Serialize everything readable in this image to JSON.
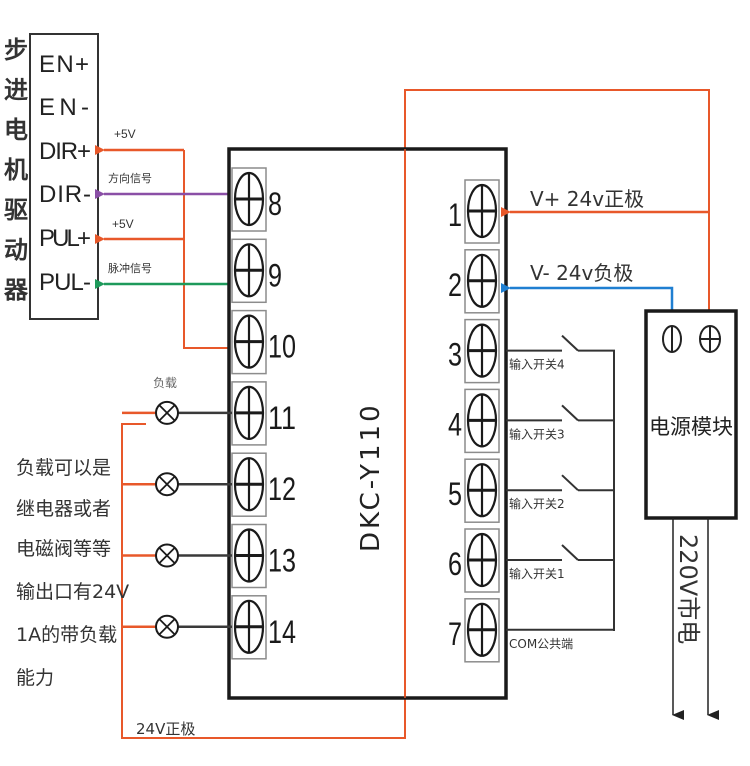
{
  "colors": {
    "power_positive": "#e8582a",
    "power_negative": "#1f7fd1",
    "direction_signal": "#8a4fa6",
    "pulse_signal": "#1e9a5b",
    "wire_black": "#3a3a3a",
    "box_border": "#1a1a1a",
    "terminal_frame": "#8c8c8c"
  },
  "driver": {
    "title_vertical": "步进电机驱动器",
    "pins": [
      "EN+",
      "EN-",
      "DIR+",
      "DIR-",
      "PUL+",
      "PUL-"
    ]
  },
  "driver_wires": [
    {
      "pin": "DIR+",
      "label": "+5V",
      "color_key": "power_positive"
    },
    {
      "pin": "DIR-",
      "label": "方向信号",
      "color_key": "direction_signal"
    },
    {
      "pin": "PUL+",
      "label": "+5V",
      "color_key": "power_positive"
    },
    {
      "pin": "PUL-",
      "label": "脉冲信号",
      "color_key": "pulse_signal"
    }
  ],
  "controller": {
    "model": "DKC-Y110",
    "left_terminals": [
      "8",
      "9",
      "10",
      "11",
      "12",
      "13",
      "14"
    ],
    "right_terminals": [
      "1",
      "2",
      "3",
      "4",
      "5",
      "6",
      "7"
    ]
  },
  "power_inputs": [
    {
      "terminal": "1",
      "label": "V+ 24v正极"
    },
    {
      "terminal": "2",
      "label": "V- 24v负极"
    }
  ],
  "inputs": [
    {
      "terminal": "3",
      "label": "输入开关4"
    },
    {
      "terminal": "4",
      "label": "输入开关3"
    },
    {
      "terminal": "5",
      "label": "输入开关2"
    },
    {
      "terminal": "6",
      "label": "输入开关1"
    },
    {
      "terminal": "7",
      "label": "COM公共端"
    }
  ],
  "loads": {
    "label": "负载",
    "terminals": [
      "11",
      "12",
      "13",
      "14"
    ],
    "description_lines": [
      "负载可以是",
      "继电器或者",
      "电磁阀等等",
      "输出口有24V",
      "1A的带负载",
      "能力"
    ],
    "supply_label": "24V正极"
  },
  "power_module": {
    "title": "电源模块",
    "mains_label": "220V市电"
  }
}
